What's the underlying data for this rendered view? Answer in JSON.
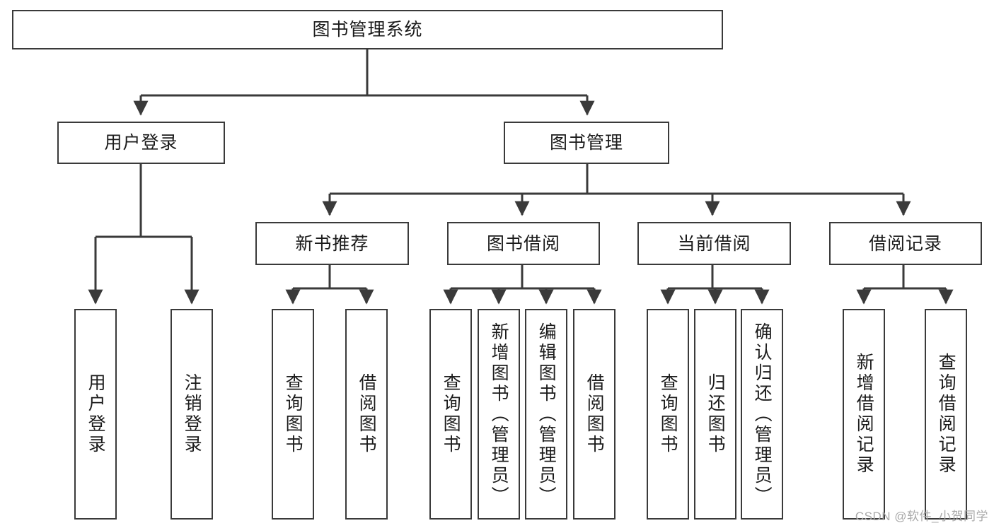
{
  "diagram": {
    "title": "图书管理系统",
    "type": "tree-hierarchy",
    "watermark": "CSDN @软件_小贺同学",
    "colors": {
      "box_border": "#3a3a3a",
      "box_fill": "#ffffff",
      "edge": "#3a3a3a",
      "text": "#1b1b1b",
      "watermark": "#a9a9a9"
    },
    "nodes": {
      "root": {
        "label": "图书管理系统"
      },
      "level1": [
        {
          "label": "用户登录"
        },
        {
          "label": "图书管理"
        }
      ],
      "level2": [
        {
          "label": "新书推荐"
        },
        {
          "label": "图书借阅"
        },
        {
          "label": "当前借阅"
        },
        {
          "label": "借阅记录"
        }
      ],
      "leaves": {
        "user_login": [
          {
            "label": "用户登录"
          },
          {
            "label": "注销登录"
          }
        ],
        "new_book_recommend": [
          {
            "label": "查询图书"
          },
          {
            "label": "借阅图书"
          }
        ],
        "book_borrow": [
          {
            "label": "查询图书"
          },
          {
            "label": "新增图书（管理员）"
          },
          {
            "label": "编辑图书（管理员）"
          },
          {
            "label": "借阅图书"
          }
        ],
        "current_borrow": [
          {
            "label": "查询图书"
          },
          {
            "label": "归还图书"
          },
          {
            "label": "确认归还（管理员）"
          }
        ],
        "borrow_record": [
          {
            "label": "新增借阅记录"
          },
          {
            "label": "查询借阅记录"
          }
        ]
      }
    }
  }
}
